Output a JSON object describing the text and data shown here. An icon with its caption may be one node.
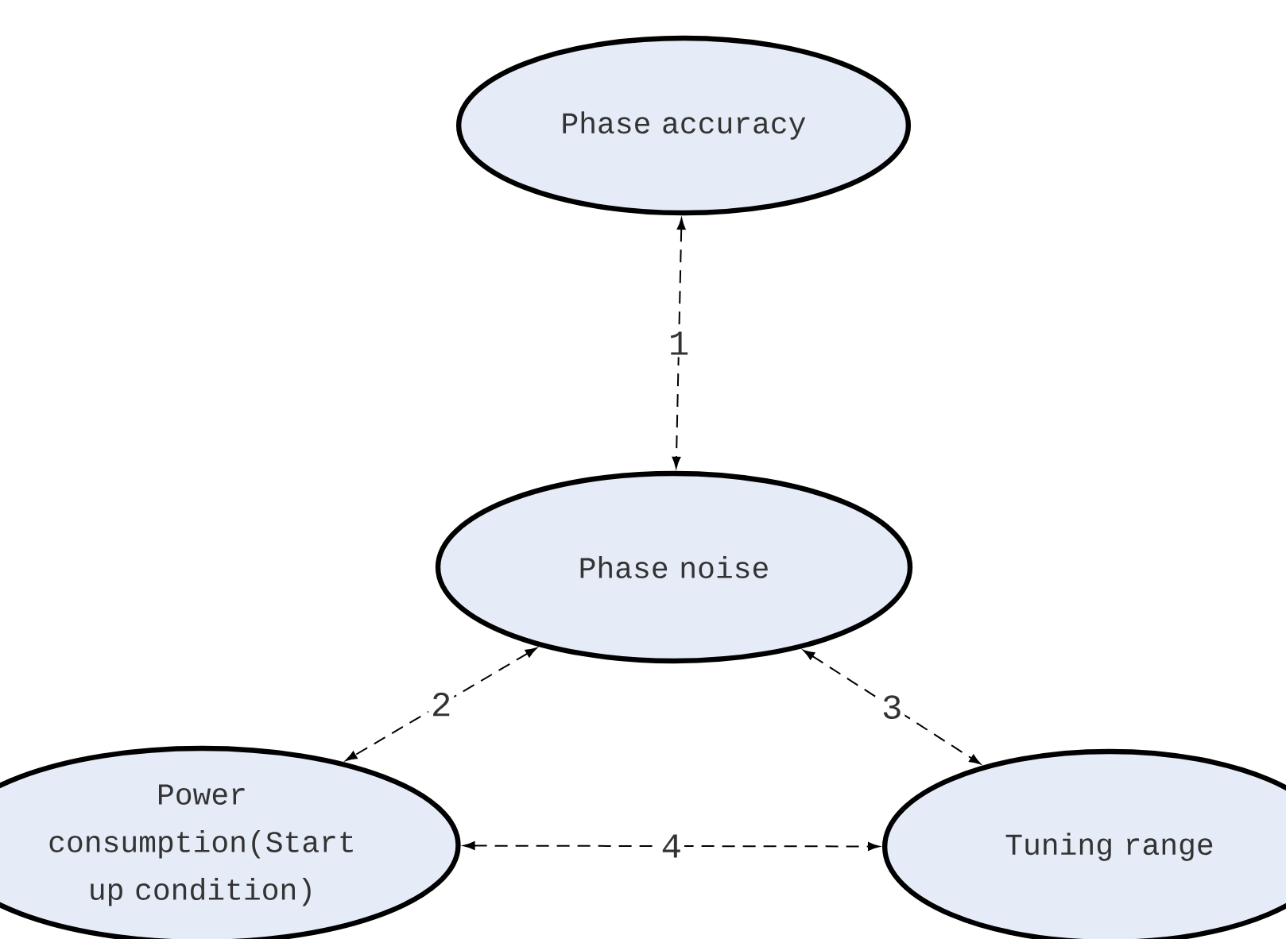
{
  "diagram": {
    "nodes": [
      {
        "text": [
          "Phase accuracy"
        ]
      },
      {
        "text": [
          "Phase noise"
        ]
      },
      {
        "text": [
          "Power consumption(Start up condition)"
        ]
      },
      {
        "text": [
          "Tuning range"
        ]
      }
    ],
    "edges": [
      {
        "from": 0,
        "to": 1,
        "arrow": "both",
        "style": "dashed",
        "label": "1"
      },
      {
        "from": 1,
        "to": 2,
        "arrow": "both",
        "style": "dashed",
        "label": "2"
      },
      {
        "from": 1,
        "to": 3,
        "arrow": "both",
        "style": "dashed",
        "label": "3"
      },
      {
        "from": 2,
        "to": 3,
        "arrow": "both",
        "style": "dashed",
        "label": "4"
      }
    ]
  }
}
